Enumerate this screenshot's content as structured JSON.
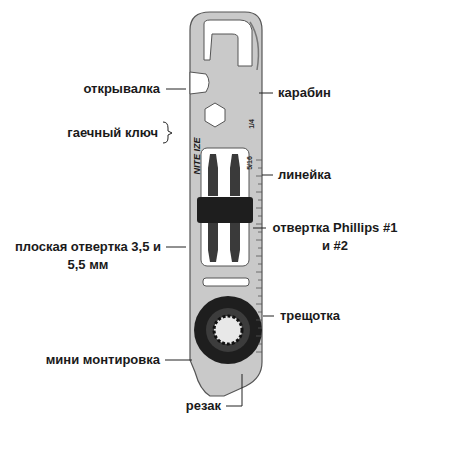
{
  "diagram": {
    "labels": [
      "открывалка",
      "карабин",
      "гаечный ключ",
      "линейка",
      "отвертка Phillips #1 и #2",
      "плоская отвертка 3,5 и 5,5 мм",
      "трещотка",
      "мини монтировка",
      "резак",
      "NITE IZE",
      "1/4",
      "5/16"
    ]
  }
}
